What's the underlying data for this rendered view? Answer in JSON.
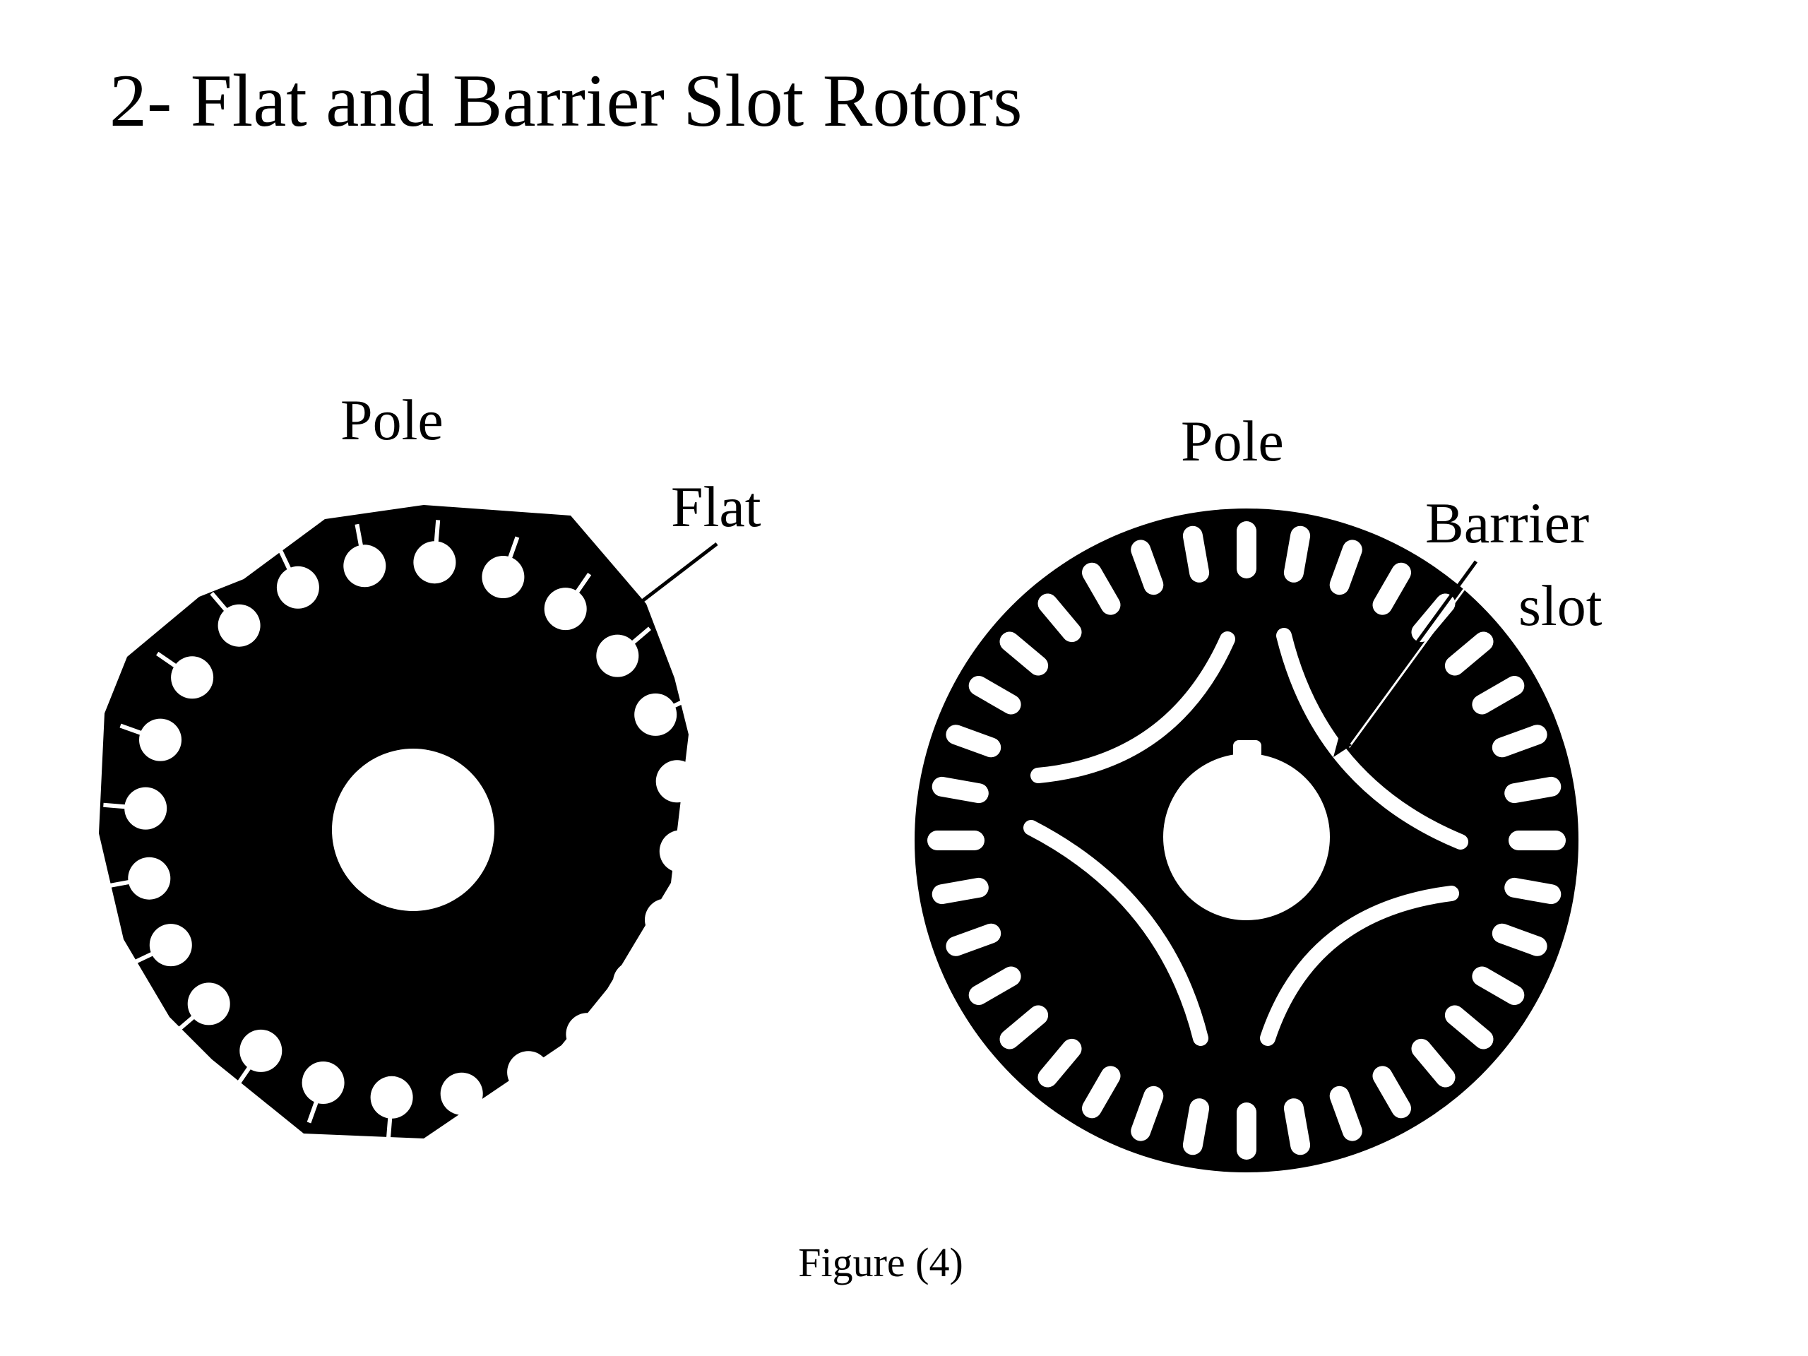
{
  "slide": {
    "title": "2- Flat and Barrier Slot Rotors"
  },
  "diagram": {
    "left_rotor": {
      "pole_label": "Pole",
      "flat_label": "Flat",
      "bar_count": 24
    },
    "right_rotor": {
      "pole_label": "Pole",
      "barrier_label_line1": "Barrier",
      "barrier_label_line2": "slot",
      "slot_count": 36,
      "barrier_count": 4
    },
    "caption": "Figure (4)"
  },
  "colors": {
    "ink": "#000000",
    "paper": "#ffffff"
  }
}
